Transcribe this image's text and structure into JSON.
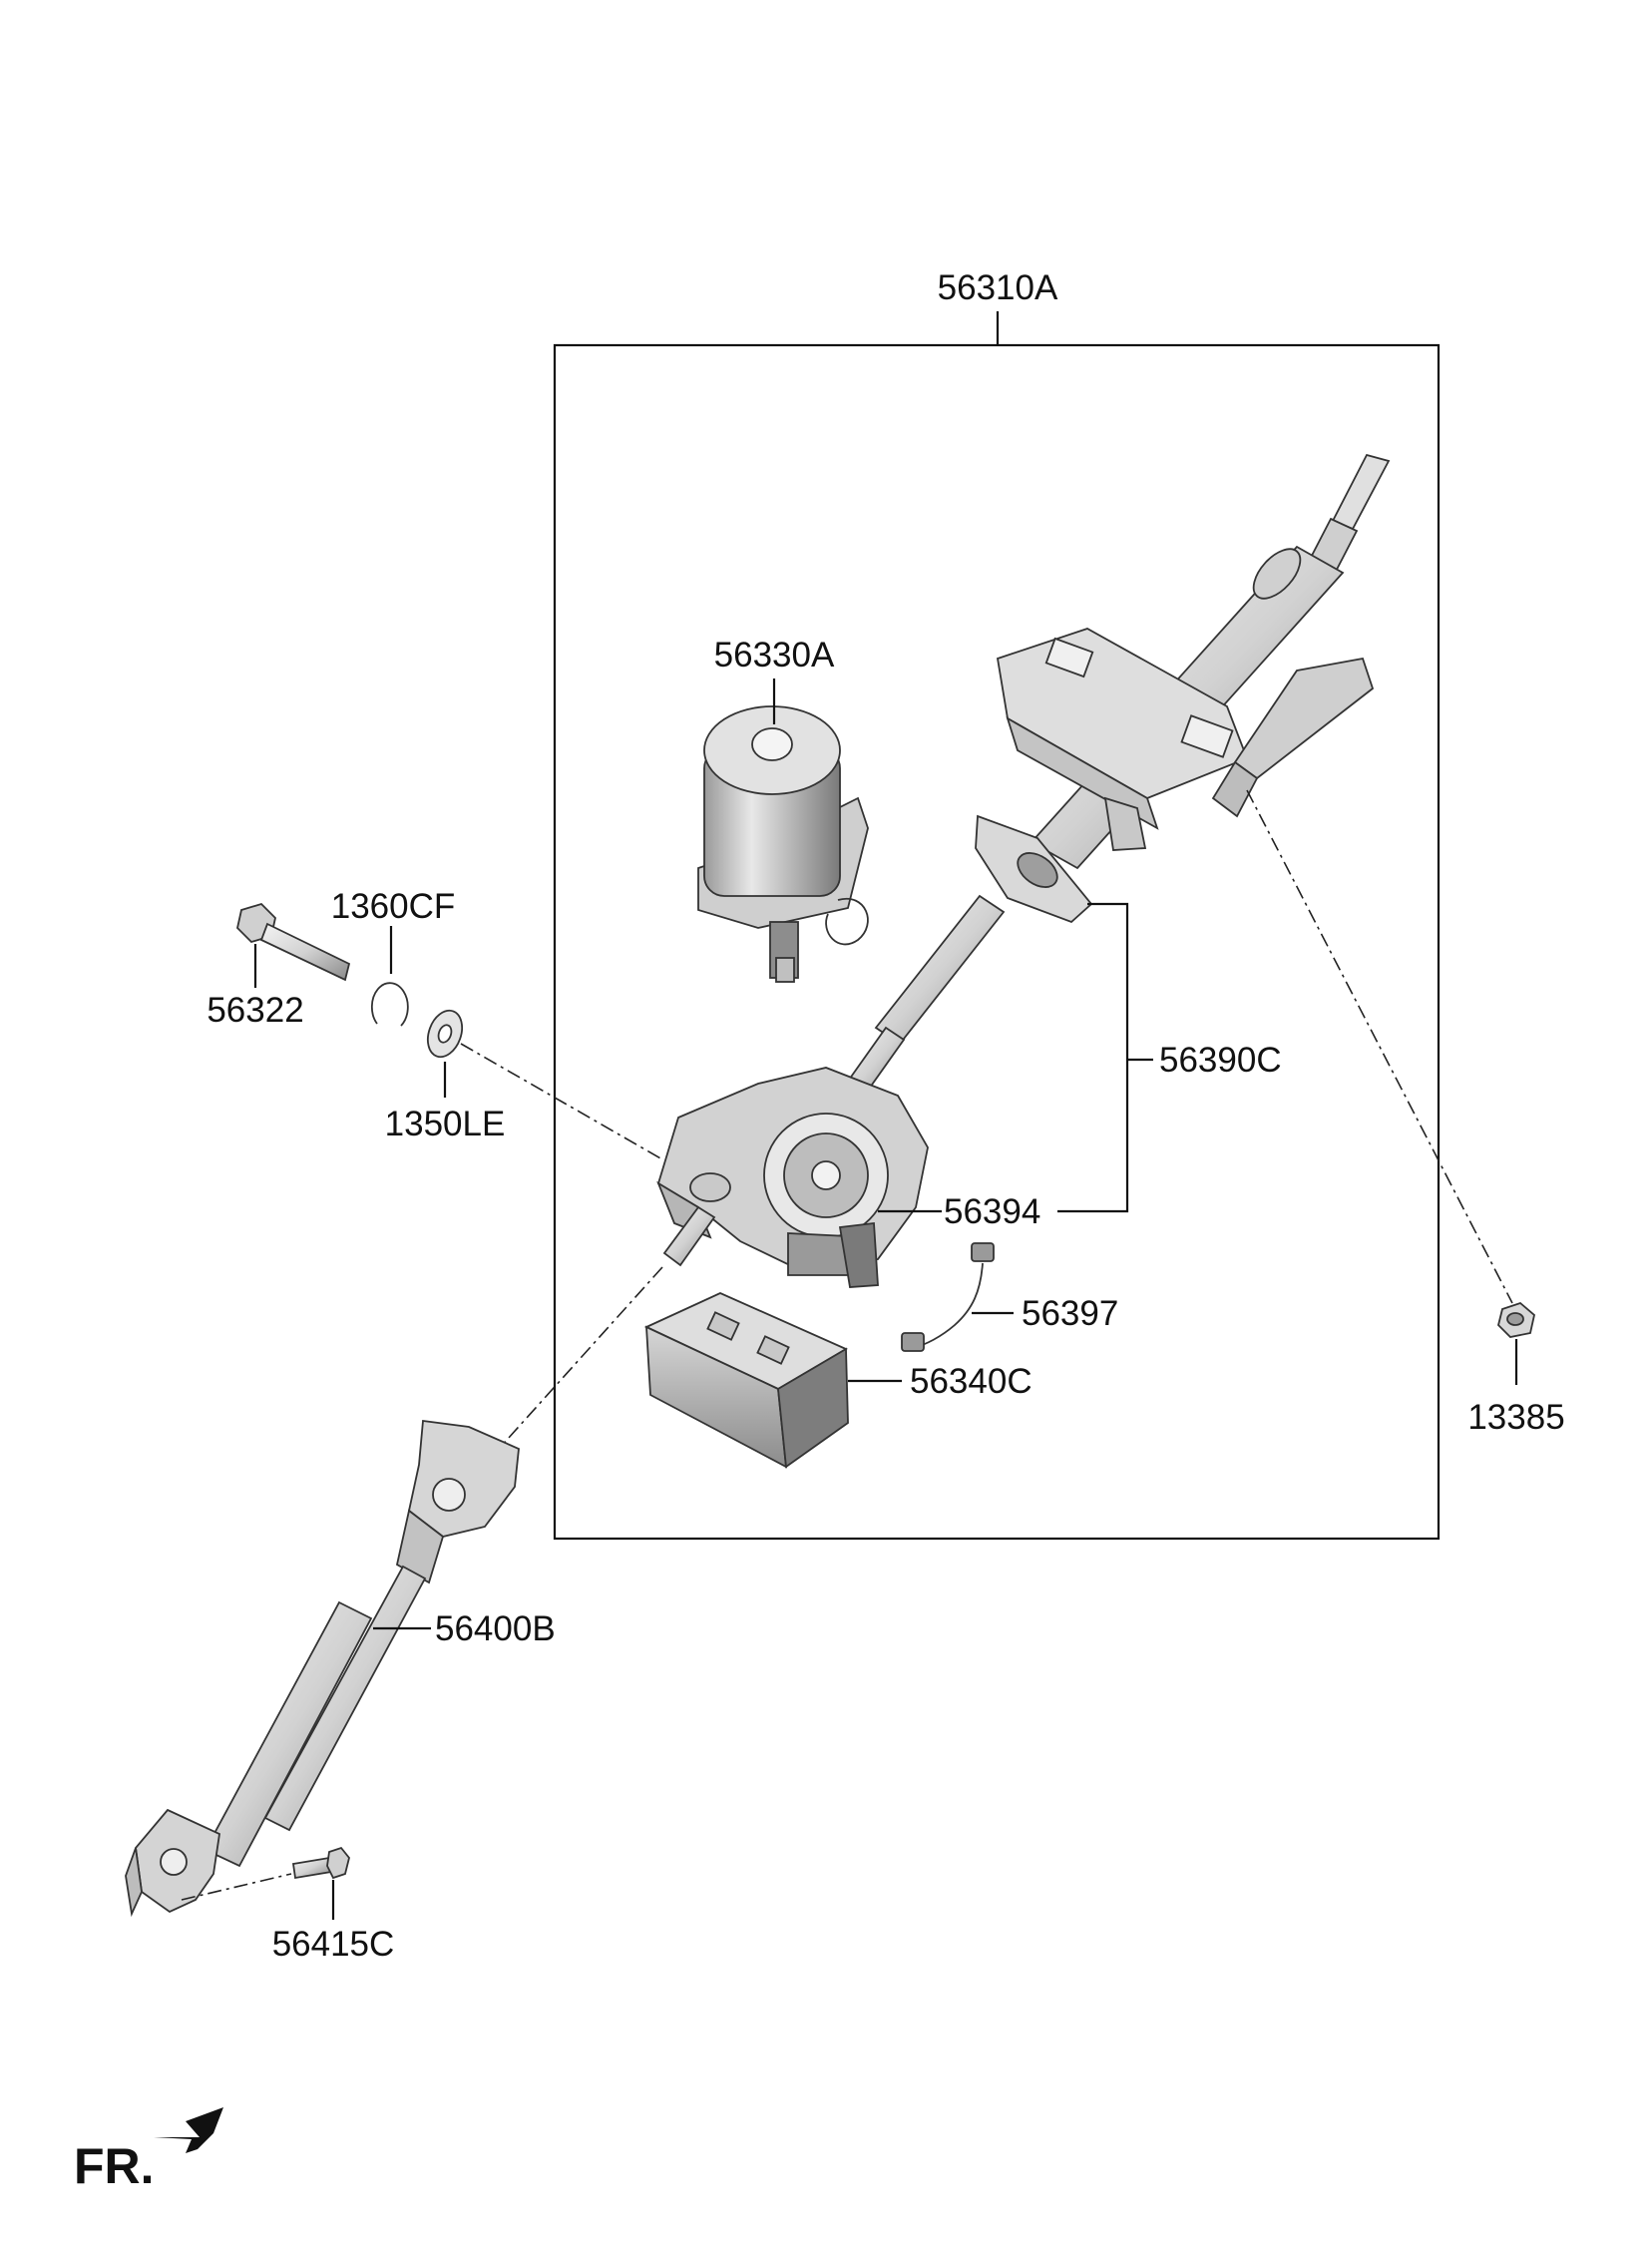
{
  "diagram": {
    "colors": {
      "ink": "#111111",
      "part_fill_light": "#e6e6e6",
      "part_fill_mid": "#bdbdbd",
      "part_fill_dark": "#6e6e6e"
    },
    "labels": {
      "assembly": "56310A",
      "motor": "56330A",
      "washer_c": "1360CF",
      "bolt": "56322",
      "washer": "1350LE",
      "gear_set": "56390C",
      "gear_housing": "56394",
      "sensor_harness": "56397",
      "ecu": "56340C",
      "nut": "13385",
      "joint_shaft": "56400B",
      "joint_bolt": "56415C"
    },
    "direction_label": "FR."
  }
}
